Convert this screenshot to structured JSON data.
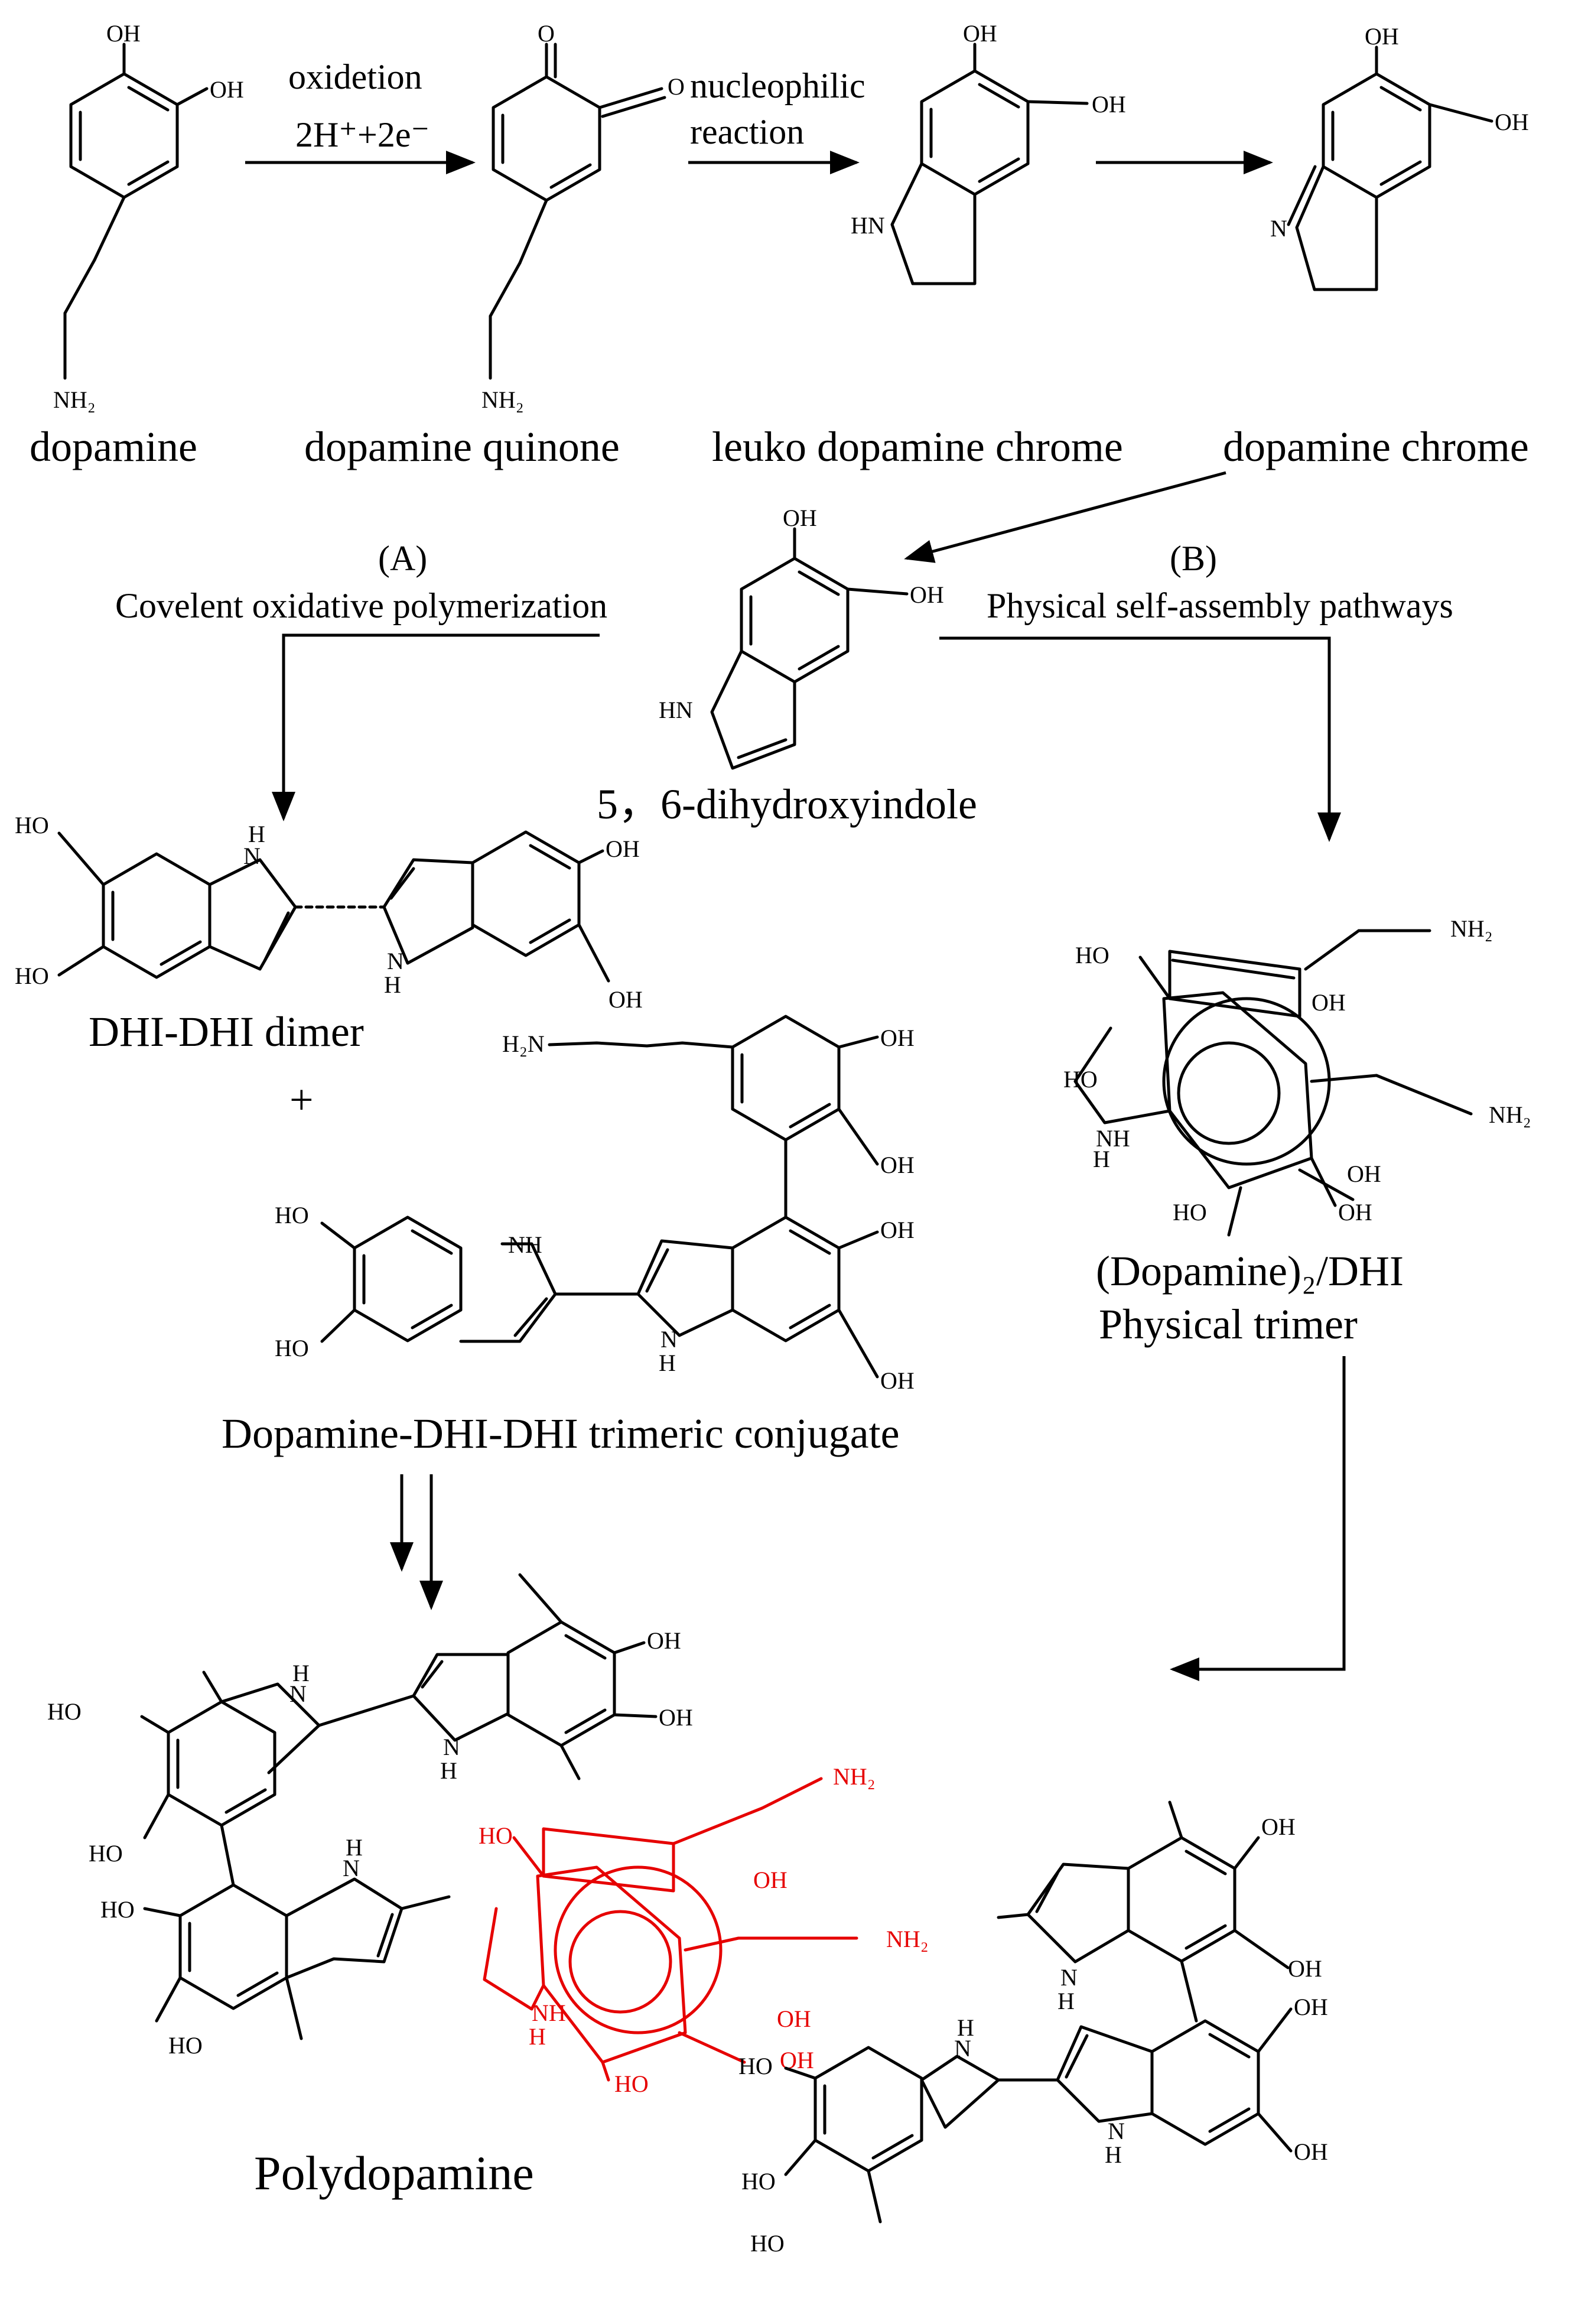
{
  "labels": {
    "dopamine": "dopamine",
    "dopamine_quinone": "dopamine quinone",
    "leuko_dopamine_chrome": "leuko dopamine chrome",
    "dopamine_chrome": "dopamine chrome",
    "dhi": "5，6-dihydroxyindole",
    "dimer": "DHI-DHI dimer",
    "plus": "+",
    "trimeric_conjugate": "Dopamine-DHI-DHI trimeric conjugate",
    "physical_trimer_line1": "(Dopamine)₂/DHI",
    "physical_trimer_line2": "Physical trimer",
    "polydopamine": "Polydopamine"
  },
  "arrows": {
    "oxidation_line1": "oxidetion",
    "oxidation_line2": "2H⁺+2e⁻",
    "nucleophilic_line1": "nucleophilic",
    "nucleophilic_line2": "reaction"
  },
  "pathways": {
    "a_tag": "(A)",
    "a_name": "Covelent oxidative polymerization",
    "b_tag": "(B)",
    "b_name": "Physical self-assembly pathways"
  },
  "atoms": {
    "oh": "OH",
    "ho": "HO",
    "o": "O",
    "nh2": "NH₂",
    "h2n": "H₂N",
    "hn": "HN",
    "nh": "NH",
    "n": "N",
    "h": "H"
  },
  "colors": {
    "ink": "#000000",
    "highlight": "#e60000"
  }
}
